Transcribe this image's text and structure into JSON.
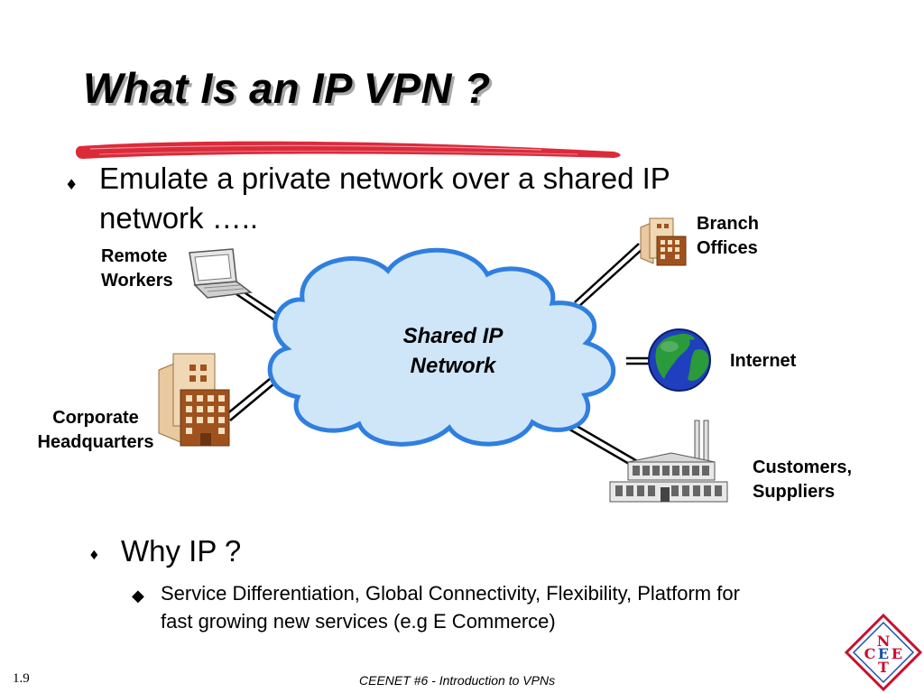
{
  "slide": {
    "title": "What Is an IP VPN ?",
    "bullet1": "Emulate a private network over a shared IP network …..",
    "bullet1_line1": "Emulate a private network over a shared IP",
    "bullet1_line2": "network …..",
    "bullet2": "Why IP ?",
    "sub_bullet_line1": "Service Differentiation, Global Connectivity, Flexibility, Platform for",
    "sub_bullet_line2": "fast growing new services (e.g E Commerce)"
  },
  "diagram": {
    "cloud_line1": "Shared IP",
    "cloud_line2": "Network",
    "remote_workers_line1": "Remote",
    "remote_workers_line2": "Workers",
    "corporate_line1": "Corporate",
    "corporate_line2": "Headquarters",
    "branch_line1": "Branch",
    "branch_line2": "Offices",
    "internet": "Internet",
    "customers_line1": "Customers,",
    "customers_line2": "Suppliers"
  },
  "logo": {
    "letters": [
      "N",
      "C",
      "E",
      "E",
      "T"
    ]
  },
  "footer": {
    "page_number": "1.9",
    "center_text": "CEENET #6 - Introduction to VPNs"
  },
  "colors": {
    "cloud_fill": "#cfe6f8",
    "cloud_stroke": "#2f7fe0",
    "title_underline": "#d8192a",
    "building": "#b8860b",
    "globe_ocean": "#1f3fbf",
    "globe_land": "#2a9a3a",
    "logo_red": "#c8102e",
    "logo_blue": "#1a4fb0"
  }
}
